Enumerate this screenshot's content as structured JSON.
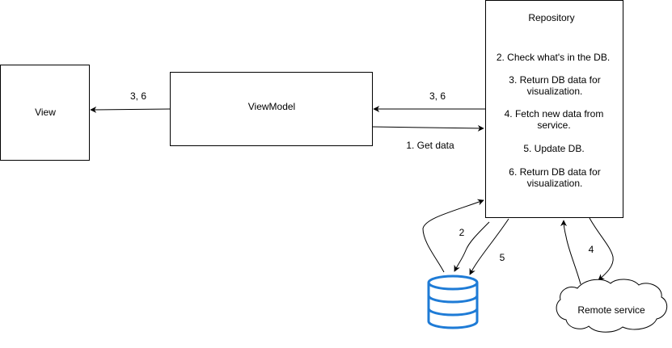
{
  "nodes": {
    "view": "View",
    "viewmodel": "ViewModel",
    "repository": {
      "title": "Repository",
      "steps": [
        [
          "2. Check what's in the DB."
        ],
        [
          "3. Return DB data for",
          "visualization."
        ],
        [
          "4. Fetch new data from",
          "service."
        ],
        [
          "5. Update DB."
        ],
        [
          "6. Return DB data for",
          "visualization."
        ]
      ]
    },
    "remote": "Remote service"
  },
  "edges": {
    "vm_to_view": "3, 6",
    "repo_to_vm": "3, 6",
    "vm_to_repo": "1. Get data",
    "repo_to_db": "2",
    "repo_update_db": "5",
    "repo_to_remote": "4"
  },
  "colors": {
    "stroke": "#000000",
    "database": "#1e7bd6"
  },
  "icons": {
    "database": "database-icon",
    "cloud": "cloud-icon"
  }
}
